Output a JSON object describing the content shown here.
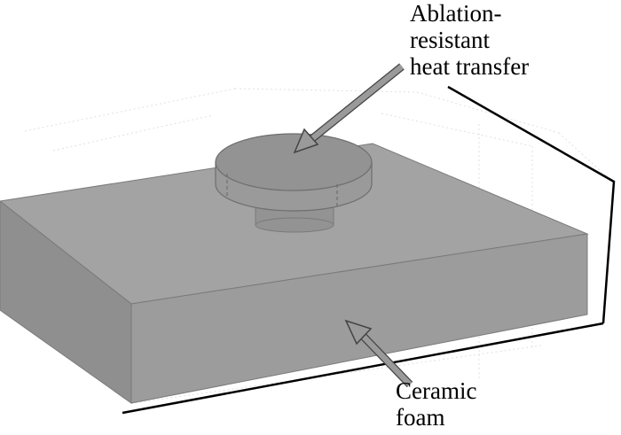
{
  "labels": {
    "top": [
      "Ablation-",
      "resistant",
      "heat transfer"
    ],
    "bottom": [
      "Ceramic",
      "foam"
    ]
  },
  "colors": {
    "frame_line": "#000000",
    "block_top": "#a3a3a3",
    "block_front": "#9c9c9c",
    "block_side": "#8f8f8f",
    "disk_top": "#939393",
    "disk_side": "#9a9a9a",
    "arrow_fill": "#9a9a9a",
    "grid_line": "#dcdcdc"
  },
  "icons": {
    "pointer_arrow": "gray-arrow-icon"
  }
}
